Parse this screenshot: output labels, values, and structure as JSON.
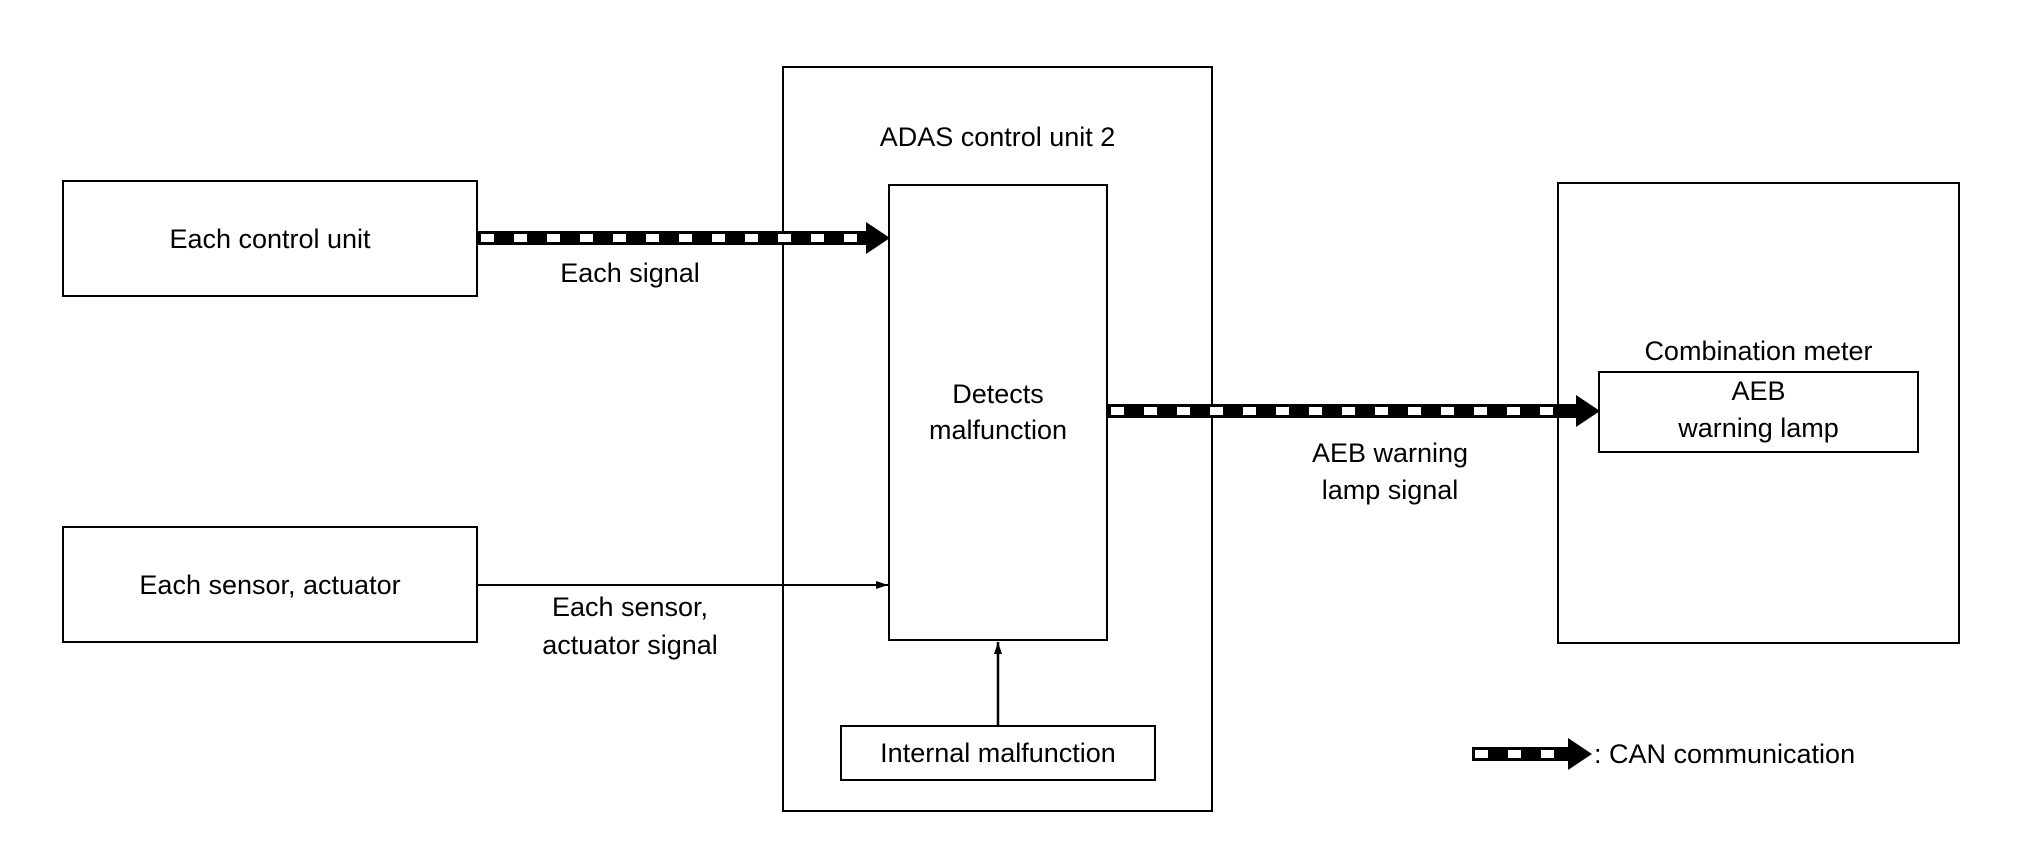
{
  "diagram": {
    "nodes": {
      "each_control_unit": "Each control unit",
      "each_sensor_actuator": "Each sensor, actuator",
      "adas_control_unit": "ADAS control unit 2",
      "detects_malfunction_line1": "Detects",
      "detects_malfunction_line2": "malfunction",
      "internal_malfunction": "Internal malfunction",
      "combination_meter": "Combination meter",
      "aeb_lamp_line1": "AEB",
      "aeb_lamp_line2": "warning lamp"
    },
    "edges": {
      "each_signal": "Each signal",
      "sensor_signal_line1": "Each sensor,",
      "sensor_signal_line2": "actuator signal",
      "aeb_signal_line1": "AEB warning",
      "aeb_signal_line2": "lamp signal"
    },
    "legend": {
      "can_label": ": CAN communication",
      "can_icon": "dashed-can-arrow-icon"
    },
    "colors": {
      "line": "#000000",
      "background": "#ffffff"
    }
  }
}
